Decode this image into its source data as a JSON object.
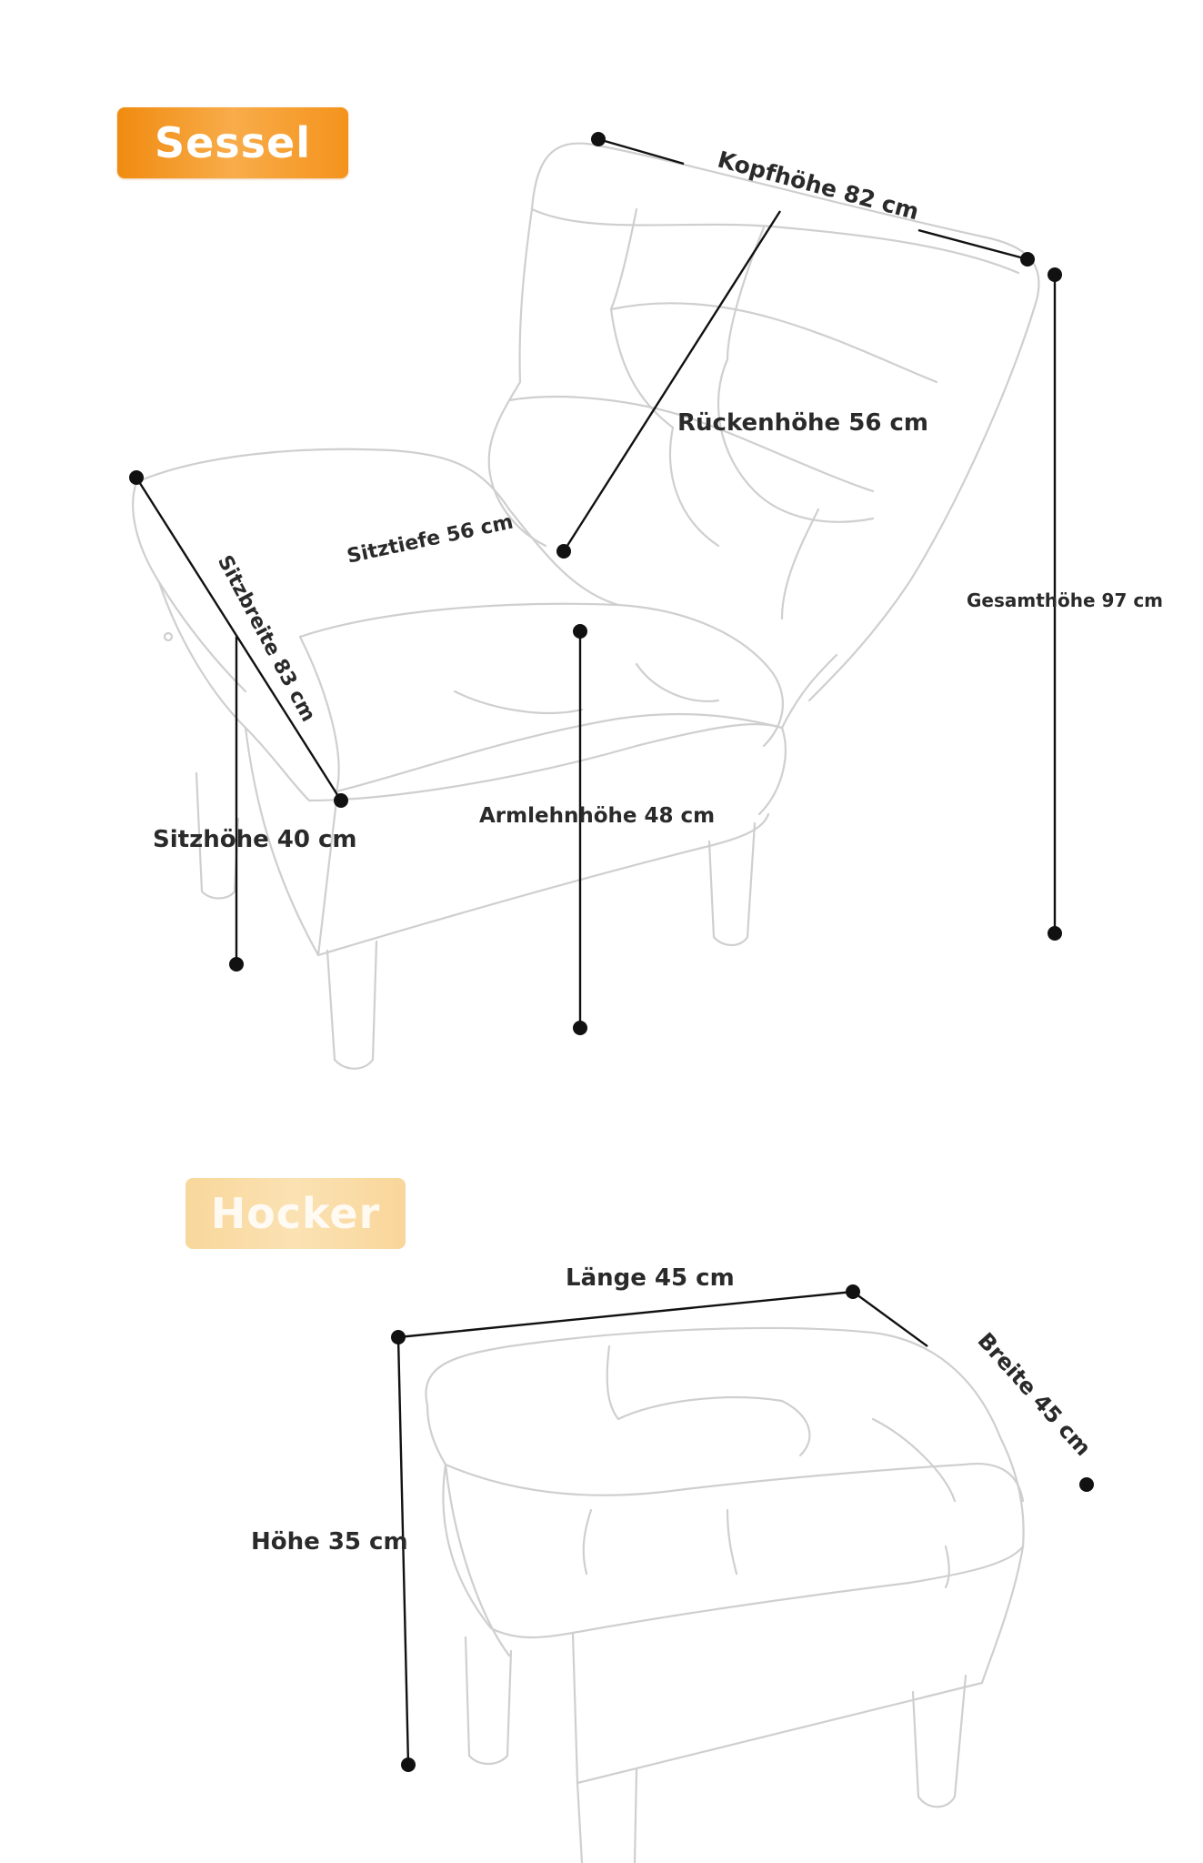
{
  "sessel": {
    "title": "Sessel",
    "labels": {
      "kopfhoehe": "Kopfhöhe 82 cm",
      "rueckenhoehe": "Rückenhöhe 56 cm",
      "sitztiefe": "Sitztiefe 56 cm",
      "sitzbreite": "Sitzbreite 83 cm",
      "gesamthoehe": "Gesamthöhe 97 cm",
      "armlehnhoehe": "Armlehnhöhe 48 cm",
      "sitzhoehe": "Sitzhöhe 40 cm"
    }
  },
  "hocker": {
    "title": "Hocker",
    "labels": {
      "laenge": "Länge 45 cm",
      "breite": "Breite 45 cm",
      "hoehe": "Höhe 35 cm"
    }
  },
  "colors": {
    "badge_sessel": "#f39a1f",
    "badge_hocker": "#f9d89e",
    "outline": "#cfcfcf",
    "dimension_line": "#111111"
  }
}
